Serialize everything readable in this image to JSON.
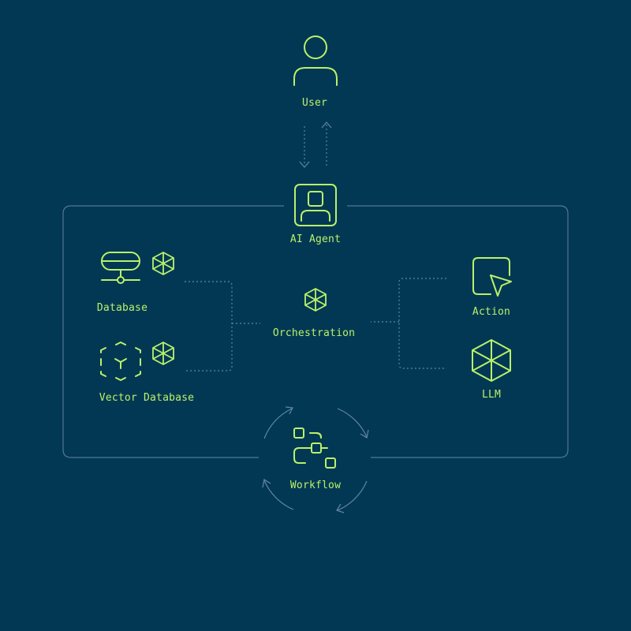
{
  "diagram": {
    "nodes": {
      "user": {
        "label": "User"
      },
      "ai_agent": {
        "label": "AI Agent"
      },
      "database": {
        "label": "Database"
      },
      "vector_database": {
        "label": "Vector Database"
      },
      "orchestration": {
        "label": "Orchestration"
      },
      "action": {
        "label": "Action"
      },
      "llm": {
        "label": "LLM"
      },
      "workflow": {
        "label": "Workflow"
      }
    },
    "colors": {
      "background": "#033854",
      "accent": "#b8f26a",
      "connector": "#5f86a4"
    },
    "icons": {
      "user": "person-icon",
      "ai_agent": "agent-icon",
      "database": "database-icon",
      "vector_database": "vector-cube-icon",
      "orchestration": "hexagon-icon",
      "action": "cursor-icon",
      "llm": "hexagon-icon",
      "workflow": "workflow-icon"
    }
  }
}
